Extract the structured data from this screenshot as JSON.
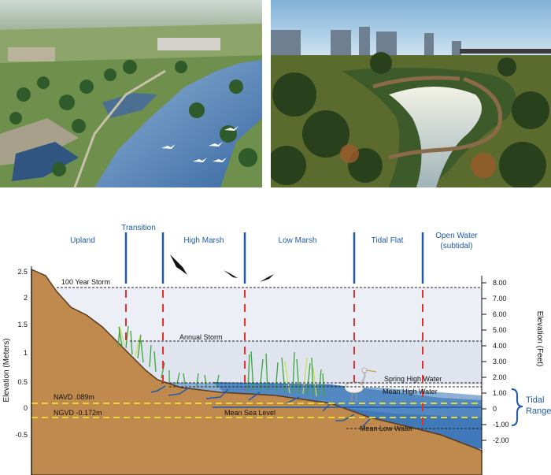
{
  "photos": {
    "left": {
      "subject": "aerial rendering of a river corridor with trees, wetlands and flying birds"
    },
    "right": {
      "subject": "wetland pond with a winding wooden boardwalk and city skyline"
    }
  },
  "diagram": {
    "zones": [
      {
        "id": "upland",
        "label": "Upland"
      },
      {
        "id": "transition",
        "label": "Transition"
      },
      {
        "id": "high-marsh",
        "label": "High Marsh"
      },
      {
        "id": "low-marsh",
        "label": "Low Marsh"
      },
      {
        "id": "tidal-flat",
        "label": "Tidal Flat"
      },
      {
        "id": "open-water",
        "label": "Open Water",
        "sub": "(subtidal)"
      }
    ],
    "levels": {
      "storm_100": "100 Year Storm",
      "annual_storm": "Annual Storm",
      "spring_high": "Spring High Water",
      "mean_high": "Mean High Water",
      "mean_sea": "Mean Sea Level",
      "mean_low": "Mean Low Water",
      "navd": "NAVD .089m",
      "ngvd": "NGVD -0.172m"
    },
    "left_axis": {
      "title": "Elevation (Meters)",
      "ticks": [
        "2.5",
        "2",
        "1.5",
        "1",
        "0.5",
        "0",
        "-0.5"
      ]
    },
    "right_axis": {
      "title": "Elevation (Feet)",
      "ticks": [
        "8.00",
        "7.00",
        "6.00",
        "5.00",
        "4.00",
        "3.00",
        "2.00",
        "1.00",
        "0",
        "-1.00",
        "-2.00"
      ]
    },
    "tidal_range": {
      "line1": "Tidal",
      "line2": "Range"
    },
    "colors": {
      "ground": "#c08a4e",
      "water": "#2e6fb5",
      "sky_band": "#e8ebf4",
      "zone_line": "#1f5aa6",
      "datum_line": "#e6d830",
      "dash_red": "#e03030"
    }
  }
}
